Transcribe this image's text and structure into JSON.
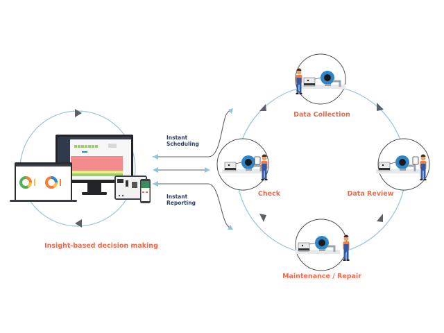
{
  "colors": {
    "accent_orange": "#f2694a",
    "label_navy": "#2c3a63",
    "ring_blue": "#9cc7dc",
    "arrow_blue": "#8fc4dd",
    "arrow_grey": "#5b5f66",
    "pump_blue": "#2e86c8",
    "dashboard_red": "#f28b8b",
    "dashboard_yellow": "#f3e58a",
    "dashboard_green": "#9ccf6a"
  },
  "left_panel": {
    "caption": "Insight-based decision making",
    "devices": [
      "laptop",
      "desktop-monitor",
      "tablet",
      "smartphone"
    ]
  },
  "connectors": {
    "top_label_line1": "Instant",
    "top_label_line2": "Scheduling",
    "bottom_label_line1": "Instant",
    "bottom_label_line2": "Reporting"
  },
  "cycle": {
    "steps": [
      {
        "id": "data-collection",
        "label": "Data Collection"
      },
      {
        "id": "data-review",
        "label": "Data Review"
      },
      {
        "id": "maintenance-repair",
        "label": "Maintenance / Repair"
      },
      {
        "id": "check",
        "label": "Check"
      }
    ]
  }
}
